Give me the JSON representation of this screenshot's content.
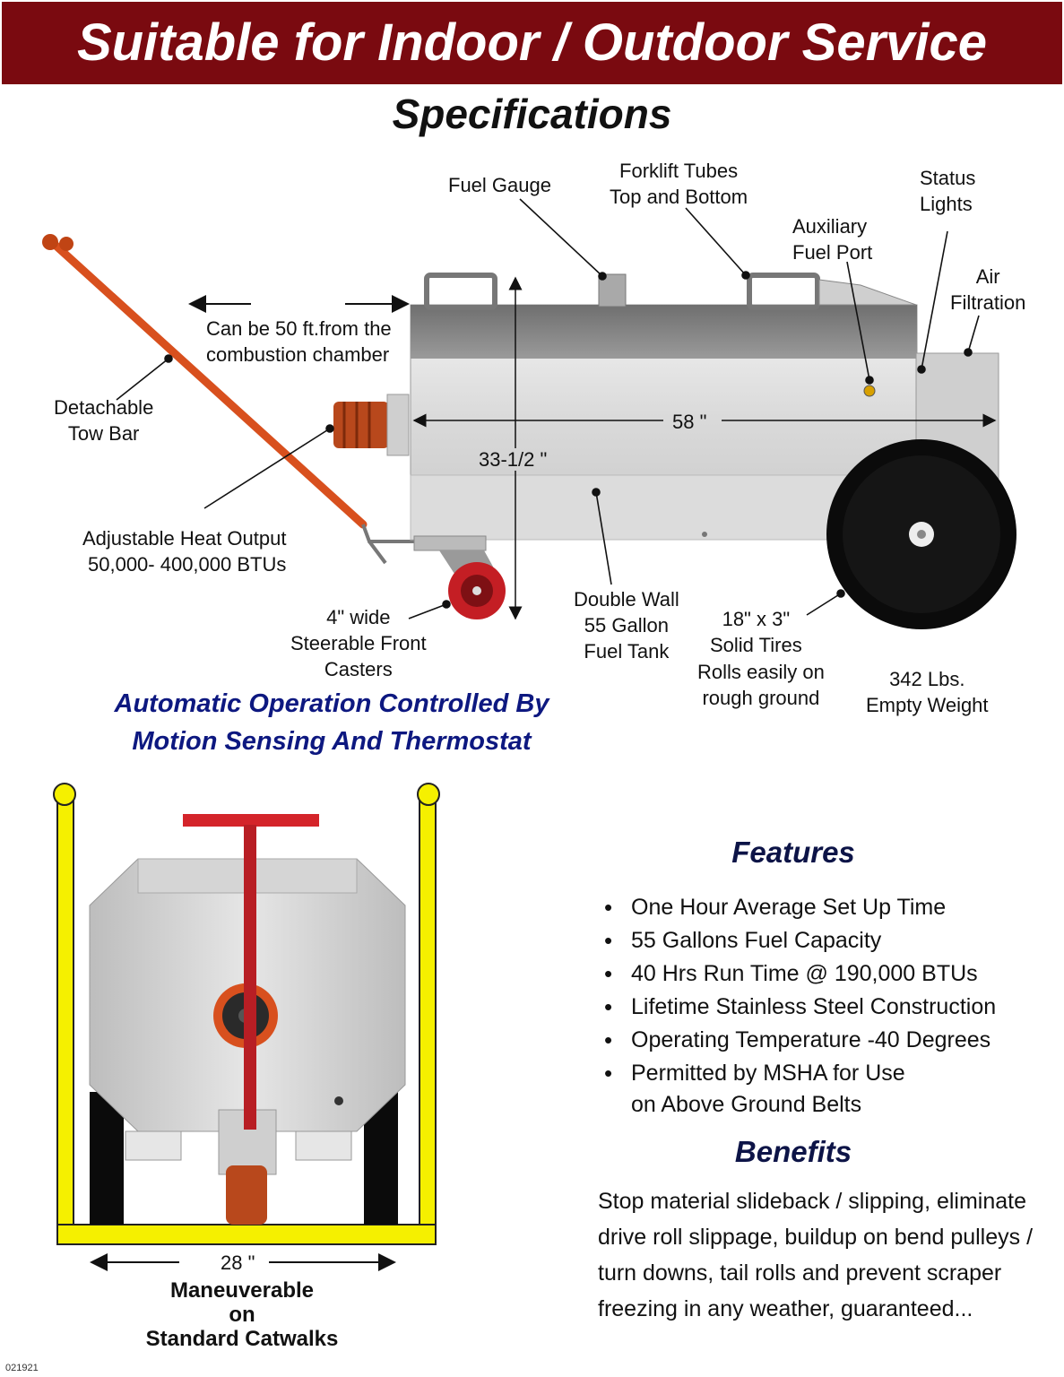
{
  "banner": {
    "title": "Suitable for Indoor / Outdoor Service"
  },
  "specs": {
    "title": "Specifications",
    "labels": {
      "fuel_gauge": "Fuel Gauge",
      "forklift_1": "Forklift Tubes",
      "forklift_2": "Top and Bottom",
      "status_1": "Status",
      "status_2": "Lights",
      "aux_1": "Auxiliary",
      "aux_2": "Fuel Port",
      "air_1": "Air",
      "air_2": "Filtration",
      "distance_1": "Can be 50 ft.from the",
      "distance_2": "combustion chamber",
      "tow_1": "Detachable",
      "tow_2": "Tow Bar",
      "length": "58 \"",
      "height": "33-1/2 \"",
      "heat_1": "Adjustable Heat Output",
      "heat_2": "50,000- 400,000 BTUs",
      "caster_1": "4\" wide",
      "caster_2": "Steerable Front",
      "caster_3": "Casters",
      "tank_1": "Double Wall",
      "tank_2": "55 Gallon",
      "tank_3": "Fuel Tank",
      "tires_1": "18\" x 3\"",
      "tires_2": "Solid Tires",
      "rolls_1": "Rolls easily on",
      "rolls_2": "rough ground",
      "weight_1": "342 Lbs.",
      "weight_2": "Empty Weight"
    }
  },
  "automatic": {
    "line1": "Automatic Operation Controlled By",
    "line2": "Motion Sensing And Thermostat"
  },
  "features": {
    "title": "Features",
    "items": [
      "One Hour Average Set Up Time",
      "55 Gallons Fuel Capacity",
      "40 Hrs Run Time @ 190,000 BTUs",
      "Lifetime Stainless Steel Construction",
      "Operating Temperature -40 Degrees",
      "Permitted by MSHA for Use"
    ],
    "continuation": "on Above Ground Belts"
  },
  "benefits": {
    "title": "Benefits",
    "text": "Stop material slideback / slipping, eliminate drive roll slippage, buildup on bend pulleys / turn downs, tail rolls and prevent scraper freezing in any weather, guaranteed..."
  },
  "catwalk": {
    "width": "28 \"",
    "line1": "Maneuverable",
    "line2": "on",
    "line3": "Standard Catwalks"
  },
  "doc_code": "021921",
  "colors": {
    "banner": "#7a0a10",
    "heading_blue": "#0d1880",
    "tow_bar": "#d8501e",
    "catwalk_yellow": "#f5f000",
    "t_handle": "#c41e24"
  }
}
